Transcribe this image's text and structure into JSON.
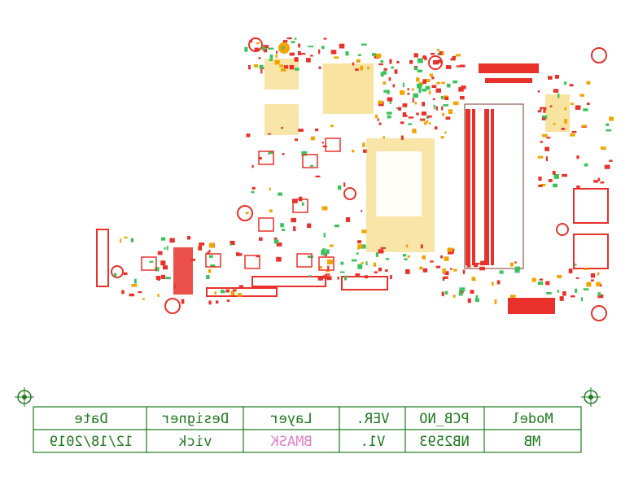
{
  "canvas_label": "PCB layout view (mirrored bottom side)",
  "colors": {
    "pad_red": "#e8312a",
    "pad_orange": "#f0a500",
    "via_green": "#39c25a",
    "outline": "#7a3b2a",
    "title_border": "#1f7a1f",
    "title_text": "#1f7a1f",
    "layer_text": "#e080c8"
  },
  "title_block": {
    "headers": [
      "Date",
      "Designer",
      "Layer",
      "VER.",
      "PCB_NO",
      "Model"
    ],
    "values": [
      "12/18/2019",
      "vick",
      "BMASK",
      "V1.",
      "NB2593",
      "MB"
    ],
    "mirrored": true
  }
}
